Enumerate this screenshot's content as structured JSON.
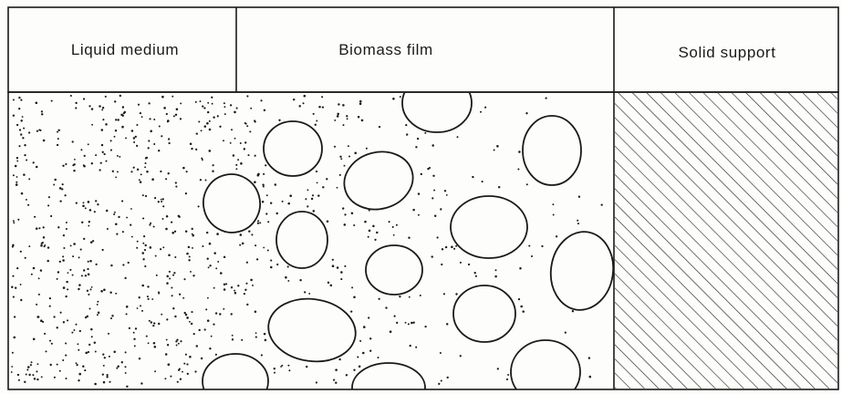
{
  "headers": {
    "liquid_medium": "Liquid medium",
    "biomass_film": "Biomass film",
    "solid_support": "Solid support"
  },
  "colors": {
    "ink": "#1a1a1a",
    "paper": "#fdfdfb"
  }
}
